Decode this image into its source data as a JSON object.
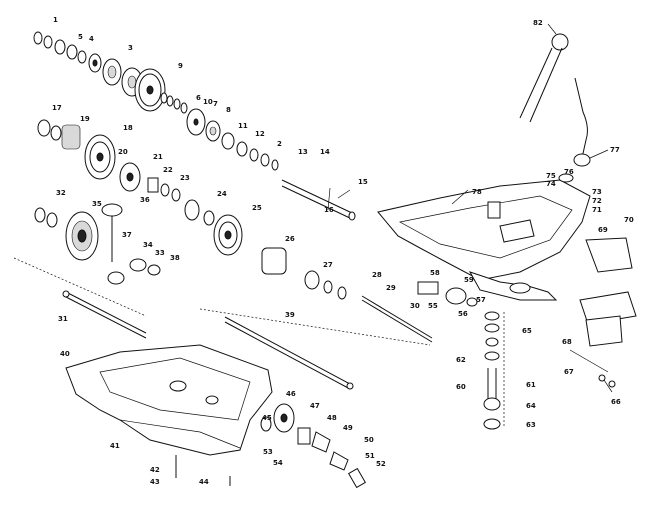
{
  "diagram": {
    "callouts": {
      "c82": "82",
      "c77": "77",
      "c78": "78",
      "c76": "76",
      "c75": "75",
      "c74": "74",
      "c73": "73",
      "c72": "72",
      "c71": "71",
      "c70": "70",
      "c69": "69",
      "c68": "68",
      "c67": "67",
      "c66": "66",
      "c65": "65",
      "c64": "64",
      "c63": "63",
      "c62": "62",
      "c61": "61",
      "c60": "60",
      "c59": "59",
      "c58": "58",
      "c57": "57",
      "c56": "56",
      "c55": "55",
      "c54": "54",
      "c53": "53",
      "c52": "52",
      "c51": "51",
      "c50": "50",
      "c49": "49",
      "c48": "48",
      "c47": "47",
      "c46": "46",
      "c45": "45",
      "c44": "44",
      "c43": "43",
      "c42": "42",
      "c41": "41",
      "c40": "40",
      "c39": "39",
      "c38": "38",
      "c37": "37",
      "c36": "36",
      "c35": "35",
      "c34": "34",
      "c33": "33",
      "c32": "32",
      "c31": "31",
      "c30": "30",
      "c29": "29",
      "c28": "28",
      "c27": "27",
      "c26": "26",
      "c25": "25",
      "c24": "24",
      "c23": "23",
      "c22": "22",
      "c21": "21",
      "c20": "20",
      "c19": "19",
      "c18": "18",
      "c17": "17",
      "c16": "16",
      "c15": "15",
      "c14": "14",
      "c13": "13",
      "c12": "12",
      "c11": "11",
      "c10": "10",
      "c9": "9",
      "c8": "8",
      "c7": "7",
      "c6": "6",
      "c5": "5",
      "c4": "4",
      "c3": "3",
      "c2": "2",
      "c1": "1"
    }
  }
}
